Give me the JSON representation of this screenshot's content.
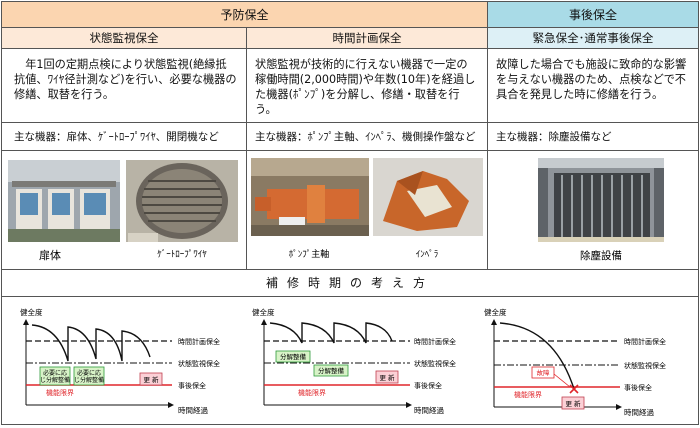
{
  "header": {
    "preventive": "予防保全",
    "corrective": "事後保全"
  },
  "columns": [
    {
      "title": "状態監視保全",
      "description": "年1回の定期点検により状態監視(絶縁抵抗値、ﾜｲﾔ径計測など)を行い、必要な機器の修繕、取替を行う。",
      "equipment": "主な機器：扉体、ｹﾞｰﾄﾛｰﾌﾟﾜｲﾔ、開閉機など",
      "photo_captions": [
        "扉体",
        "ｹﾞｰﾄﾛｰﾌﾟﾜｲﾔ"
      ]
    },
    {
      "title": "時間計画保全",
      "description": "状態監視が技術的に行えない機器で一定の稼働時間(2,000時間)や年数(10年)を経過した機器(ﾎﾟﾝﾌﾟ)を分解し、修繕・取替を行う。",
      "equipment": "主な機器：ﾎﾟﾝﾌﾟ主軸、ｲﾝﾍﾟﾗ、機側操作盤など",
      "photo_captions": [
        "ﾎﾟﾝﾌﾟ主軸",
        "ｲﾝﾍﾟﾗ"
      ]
    },
    {
      "title": "緊急保全･通常事後保全",
      "description": "故障した場合でも施設に致命的な影響を与えない機器のため、点検などで不具合を発見した時に修繕を行う。",
      "equipment": "主な機器：除塵設備など",
      "photo_captions": [
        "除塵設備"
      ]
    }
  ],
  "section_title": "補修時期の考え方",
  "diagram": {
    "y_axis": "健全度",
    "x_axis": "時間経過",
    "levels": [
      "時間計画保全",
      "状態監視保全",
      "事後保全"
    ],
    "limit": "機能限界",
    "renew": "更 新",
    "repair_as_needed": "必要に応じ分解整備",
    "overhaul": "分解整備",
    "failure": "故障"
  },
  "colors": {
    "preventive_header": "#fbd5b0",
    "preventive_sub": "#fde9d8",
    "corrective_header": "#a9dbe7",
    "corrective_sub": "#ddf0f6",
    "limit_line": "#e0262b",
    "tag_fill": "#d8f3c8",
    "tag_border": "#2e9a3a",
    "renew_fill": "#fbd0d6"
  }
}
